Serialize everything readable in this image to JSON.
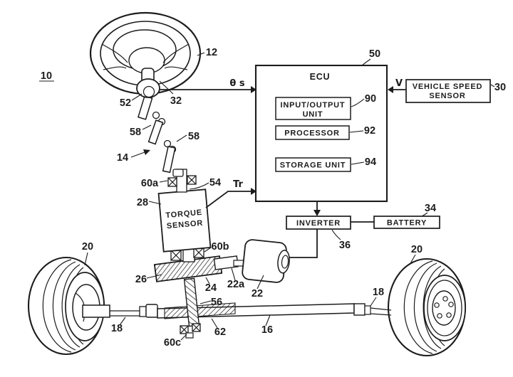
{
  "diagram": {
    "boxes": {
      "ecu": "ECU",
      "io_line1": "INPUT/OUTPUT",
      "io_line2": "UNIT",
      "processor": "PROCESSOR",
      "storage": "STORAGE UNIT",
      "vss_line1": "VEHICLE SPEED",
      "vss_line2": "SENSOR",
      "inverter": "INVERTER",
      "battery": "BATTERY",
      "torque_line1": "TORQUE",
      "torque_line2": "SENSOR"
    },
    "signals": {
      "steering_angle": "θ s",
      "torque": "Tr",
      "vehicle_speed": "V"
    },
    "refs": {
      "system": "10",
      "steering_wheel": "12",
      "steering_shaft": "14",
      "rack_shaft": "16",
      "tie_rod_left": "18",
      "tie_rod_right": "18",
      "wheel_left": "20",
      "wheel_right": "20",
      "motor": "22",
      "motor_shaft": "22a",
      "pinion": "24",
      "rack_housing": "26",
      "torque_sensor": "28",
      "vehicle_speed_sensor": "30",
      "boss": "32",
      "battery": "34",
      "inverter": "36",
      "ecu": "50",
      "column": "52",
      "coupling": "54",
      "screw_shaft": "56",
      "joint_upper": "58",
      "joint_lower": "58",
      "bearing_a": "60a",
      "bearing_b": "60b",
      "bearing_c": "60c",
      "rack_teeth": "62",
      "io_unit": "90",
      "processor": "92",
      "storage_unit": "94"
    }
  }
}
